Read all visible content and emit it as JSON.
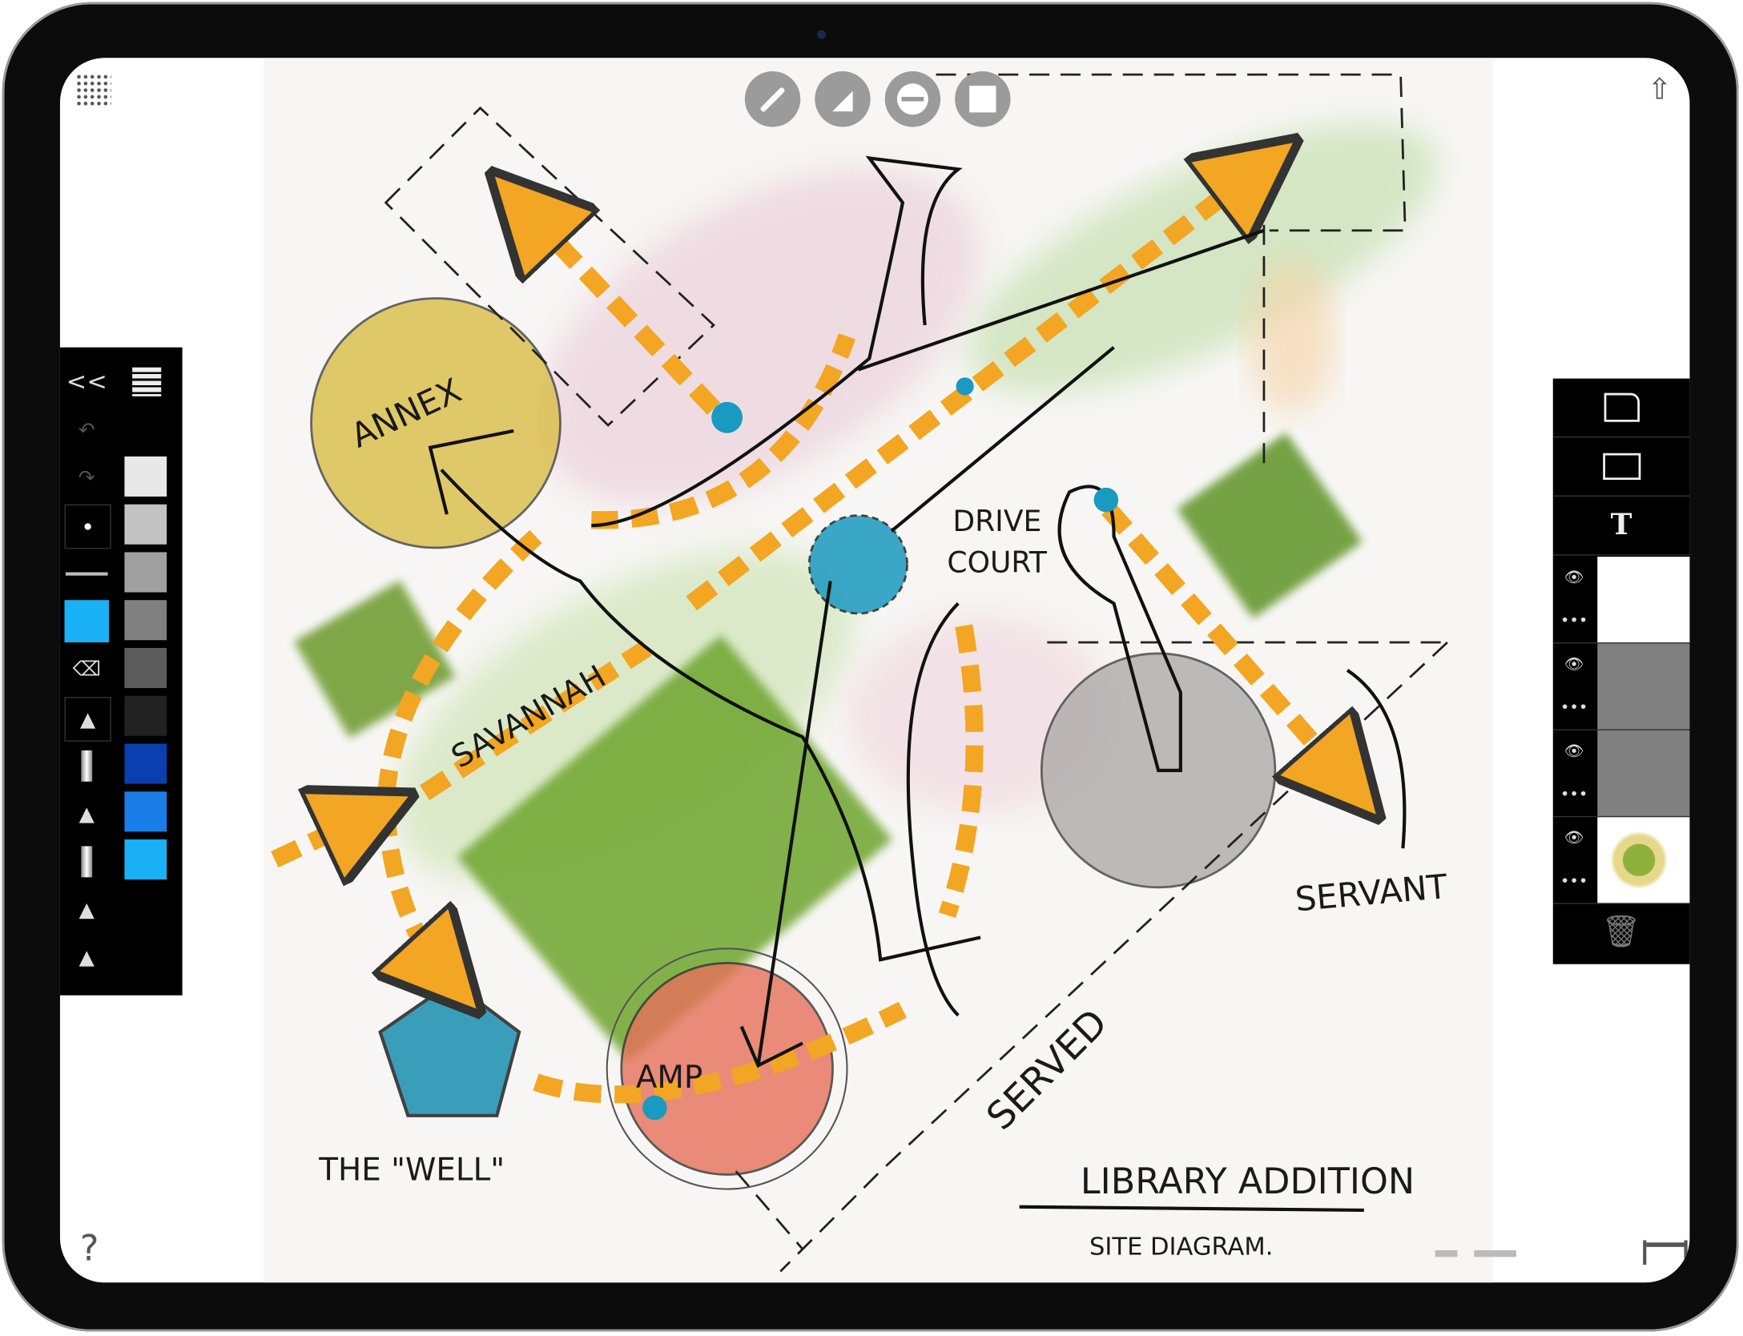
{
  "app": {
    "device": "iPad",
    "canvas_background": "#f7f6f4"
  },
  "top_toolbar": [
    {
      "name": "pencil-tool",
      "icon": "pencil-icon"
    },
    {
      "name": "ruler-triangle-tool",
      "icon": "set-square-icon"
    },
    {
      "name": "symmetry-tool",
      "icon": "minus-circle-icon"
    },
    {
      "name": "stamp-tool",
      "icon": "stamp-icon"
    }
  ],
  "corners": {
    "grid_icon": "grid-icon",
    "share_icon": "share-icon",
    "help_label": "?",
    "ruler_icon": "ruler-icon"
  },
  "left_panel": {
    "collapse_label": "<<",
    "tools": [
      "undo-icon",
      "redo-icon",
      "brush-size-icon",
      "line-weight-icon",
      "current-color",
      "eraser-icon",
      "pencil-icon",
      "marker-icon",
      "pen-icon",
      "marker-icon",
      "fineliner-icon",
      "pen-icon"
    ],
    "current_color": "#1ab0f5",
    "swatches": [
      "#e8e8e8",
      "#c2c2c2",
      "#a0a0a0",
      "#808080",
      "#5c5c5c",
      "#222222",
      "#0a3fb0",
      "#1a7ee8",
      "#1ab0f5"
    ]
  },
  "right_panel": {
    "actions": [
      "new-page-icon",
      "add-image-icon",
      "text-icon"
    ],
    "text_glyph": "T",
    "layers": [
      {
        "visible": true,
        "color": "#ffffff"
      },
      {
        "visible": true,
        "color": "#808080"
      },
      {
        "visible": true,
        "color": "#808080"
      },
      {
        "visible": true,
        "color": "thumbnail"
      }
    ],
    "delete_icon": "trash-icon"
  },
  "sketch_labels": {
    "annex": "ANNEX",
    "drive": "DRIVE",
    "court": "COURT",
    "savannah": "SAVANNAH",
    "servant": "SERVANT",
    "served": "SERVED",
    "amp": "AMP",
    "well": "THE \"WELL\"",
    "title": "LIBRARY ADDITION",
    "subtitle": "SITE DIAGRAM."
  },
  "colors": {
    "orange": "#f2a623",
    "teal": "#1a9ac0",
    "green": "#5f9a2a",
    "yellow": "#d8b93a",
    "red": "#e6715a"
  }
}
